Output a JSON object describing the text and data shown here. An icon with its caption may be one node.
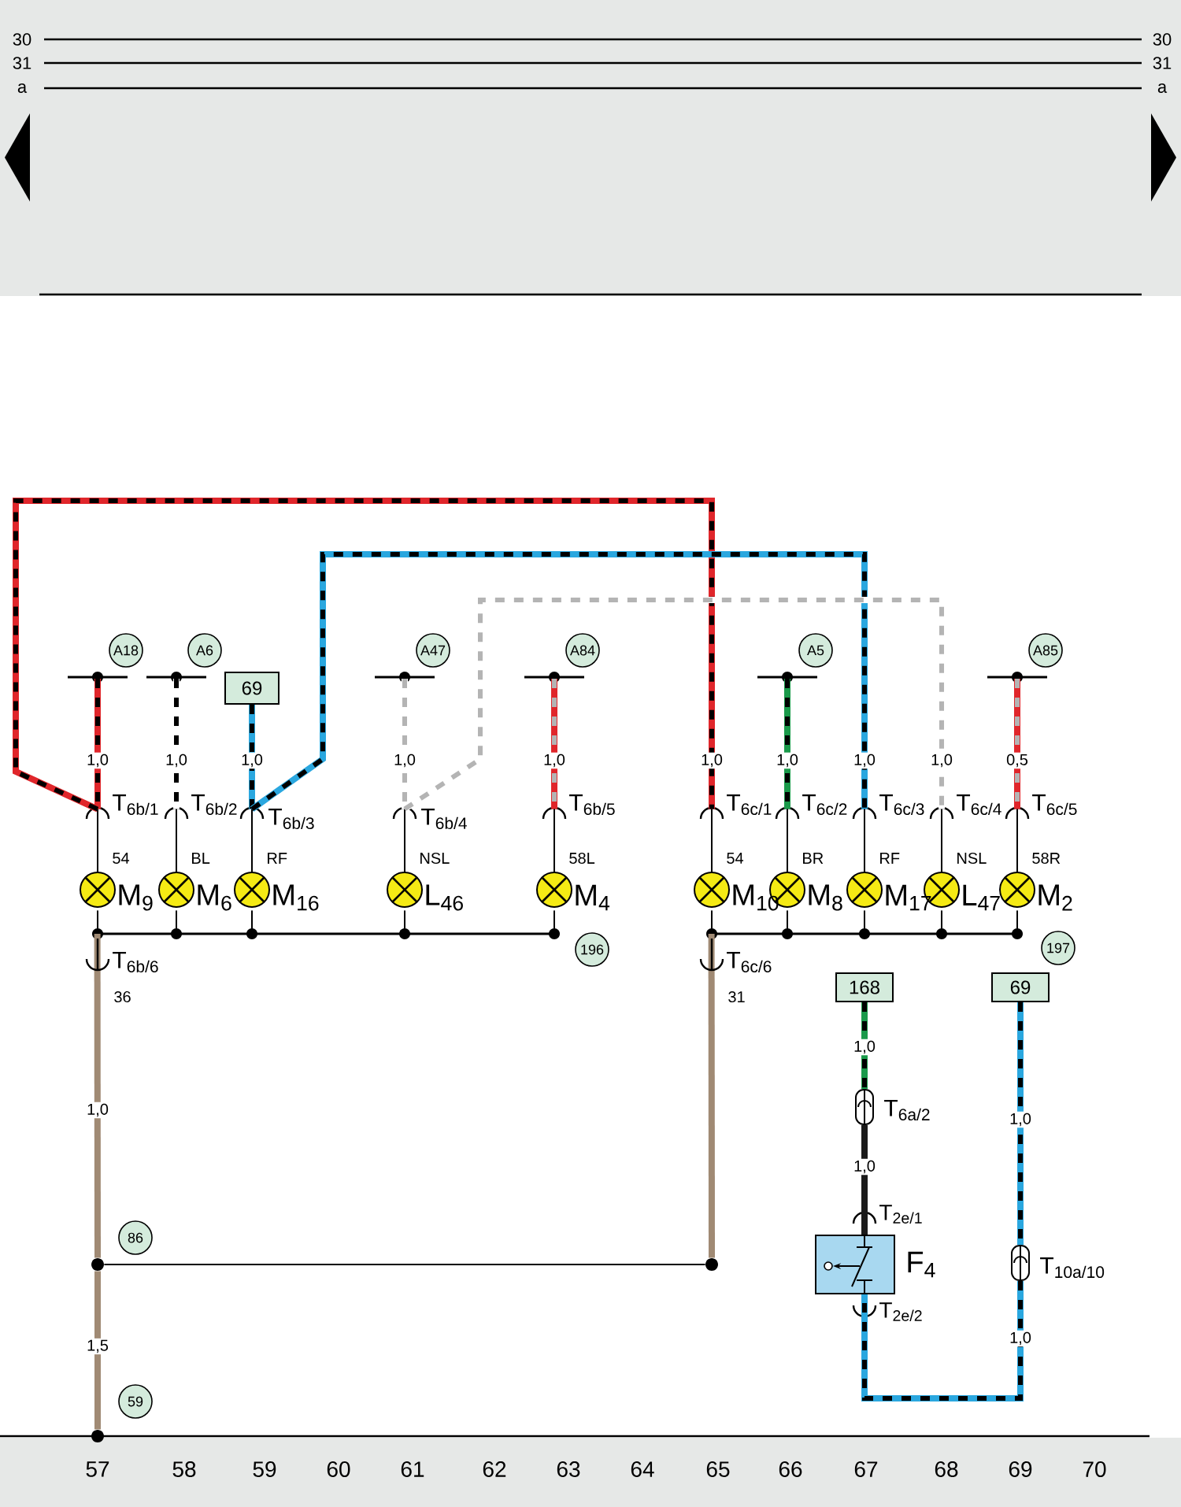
{
  "diagram": {
    "nodes": [
      {
        "text": [],
        "shape": "line",
        "beside": [
          "A18"
        ]
      },
      {
        "text": [],
        "shape": "line",
        "beside": [
          "A6"
        ]
      },
      {
        "text": [
          "69"
        ]
      },
      {
        "text": [],
        "shape": "line",
        "beside": [
          "A47"
        ]
      },
      {
        "text": [],
        "shape": "line",
        "beside": [
          "A84"
        ]
      },
      {
        "text": [],
        "shape": "line",
        "beside": [
          "A5"
        ]
      },
      {
        "text": [],
        "shape": "line",
        "beside": [
          "A85"
        ]
      },
      {
        "text": [],
        "shape": "circle",
        "beside": [
          "T$_{6b/1}$",
          "54",
          "M$_{9}$"
        ]
      },
      {
        "text": [],
        "shape": "circle",
        "beside": [
          "T$_{6b/2}$",
          "BL",
          "M$_{6}$"
        ]
      },
      {
        "text": [],
        "shape": "circle",
        "beside": [
          "T$_{6b/3}$",
          "RF",
          "M$_{16}$"
        ]
      },
      {
        "text": [],
        "shape": "circle",
        "beside": [
          "T$_{6b/4}$",
          "NSL",
          "L$_{46}$"
        ]
      },
      {
        "text": [],
        "shape": "circle",
        "beside": [
          "T$_{6b/5}$",
          "58L",
          "M$_{4}$"
        ]
      },
      {
        "text": [],
        "shape": "circle",
        "beside": [
          "T$_{6c/1}$",
          "54",
          "M$_{10}$"
        ]
      },
      {
        "text": [],
        "shape": "circle",
        "beside": [
          "T$_{6c/2}$",
          "BR",
          "M$_{8}$"
        ]
      },
      {
        "text": [],
        "shape": "circle",
        "beside": [
          "T$_{6c/3}$",
          "RF",
          "M$_{17}$"
        ]
      },
      {
        "text": [],
        "shape": "circle",
        "beside": [
          "T$_{6c/4}$",
          "NSL",
          "L$_{47}$"
        ]
      },
      {
        "text": [],
        "shape": "circle",
        "beside": [
          "T$_{6c/5}$",
          "58R",
          "M$_{2}$"
        ]
      },
      {
        "text": [],
        "shape": "line",
        "beside": [
          "196"
        ]
      },
      {
        "text": [],
        "shape": "line",
        "beside": [
          "197"
        ]
      },
      {
        "text": [],
        "shape": "dot",
        "beside": [
          "86"
        ]
      },
      {
        "text": [],
        "shape": "dot"
      },
      {
        "text": [],
        "shape": "dot",
        "beside": [
          "59"
        ]
      },
      {
        "text": [
          "168"
        ]
      },
      {
        "text": [],
        "shape": "capsule",
        "beside": [
          "T$_{6a/2}$"
        ]
      },
      {
        "text": [],
        "shape": "box",
        "beside": [
          "F$_{4}$",
          "T$_{2e/1}$",
          "T$_{2e/2}$"
        ]
      },
      {
        "text": [
          "69"
        ]
      },
      {
        "text": [],
        "shape": "capsule",
        "beside": [
          "T$_{10a/10}$"
        ]
      }
    ],
    "edges": [
      {
        "from": 0,
        "to": 7,
        "arrow": "none",
        "label": "1,0",
        "color": "#e0262b"
      },
      {
        "from": 1,
        "to": 8,
        "arrow": "none",
        "label": "1,0",
        "color": "#ffffff"
      },
      {
        "from": 2,
        "to": 9,
        "arrow": "none",
        "label": "1,0",
        "color": "#2aa7df"
      },
      {
        "from": 3,
        "to": 10,
        "arrow": "none",
        "label": "1,0",
        "color": "#ffffff"
      },
      {
        "from": 4,
        "to": 11,
        "arrow": "none",
        "label": "1,0",
        "color": "#e0262b"
      },
      {
        "from": 5,
        "to": 13,
        "arrow": "none",
        "label": "1,0",
        "color": "#1a9a4a"
      },
      {
        "from": 6,
        "to": 16,
        "arrow": "none",
        "label": "0,5",
        "color": "#e0262b"
      },
      {
        "from": 7,
        "to": 12,
        "arrow": "none",
        "label": "1,0",
        "color": "#e0262b"
      },
      {
        "from": 9,
        "to": 14,
        "arrow": "none",
        "label": "1,0",
        "color": "#2aa7df"
      },
      {
        "from": 10,
        "to": 15,
        "arrow": "none",
        "label": "1,0",
        "color": "#ffffff"
      },
      {
        "from": 7,
        "to": 17,
        "arrow": "none"
      },
      {
        "from": 8,
        "to": 17,
        "arrow": "none"
      },
      {
        "from": 9,
        "to": 17,
        "arrow": "none"
      },
      {
        "from": 10,
        "to": 17,
        "arrow": "none"
      },
      {
        "from": 11,
        "to": 17,
        "arrow": "none"
      },
      {
        "from": 12,
        "to": 18,
        "arrow": "none"
      },
      {
        "from": 13,
        "to": 18,
        "arrow": "none"
      },
      {
        "from": 14,
        "to": 18,
        "arrow": "none"
      },
      {
        "from": 15,
        "to": 18,
        "arrow": "none"
      },
      {
        "from": 16,
        "to": 18,
        "arrow": "none"
      },
      {
        "from": 17,
        "to": 19,
        "arrow": "none",
        "label": "1,0",
        "color": "#a08a74"
      },
      {
        "from": 18,
        "to": 20,
        "arrow": "none",
        "color": "#a08a74"
      },
      {
        "from": 20,
        "to": 19,
        "arrow": "none"
      },
      {
        "from": 19,
        "to": 21,
        "arrow": "none",
        "label": "1,5",
        "color": "#a08a74"
      },
      {
        "from": 22,
        "to": 23,
        "arrow": "none",
        "label": "1,0",
        "color": "#1a9a4a"
      },
      {
        "from": 23,
        "to": 24,
        "arrow": "none",
        "label": "1,0",
        "color": "#1a1a1a"
      },
      {
        "from": 25,
        "to": 26,
        "arrow": "none",
        "label": "1,0",
        "color": "#2aa7df"
      },
      {
        "from": 26,
        "to": 24,
        "arrow": "none",
        "label": "1,0",
        "color": "#2aa7df"
      }
    ],
    "labels": [
      "30",
      "30",
      "31",
      "31",
      "a",
      "a",
      "T$_{6b/6}$",
      "36",
      "T$_{6c/6}$",
      "31",
      "57",
      "58",
      "59",
      "60",
      "61",
      "62",
      "63",
      "64",
      "65",
      "66",
      "67",
      "68",
      "69",
      "70"
    ]
  }
}
